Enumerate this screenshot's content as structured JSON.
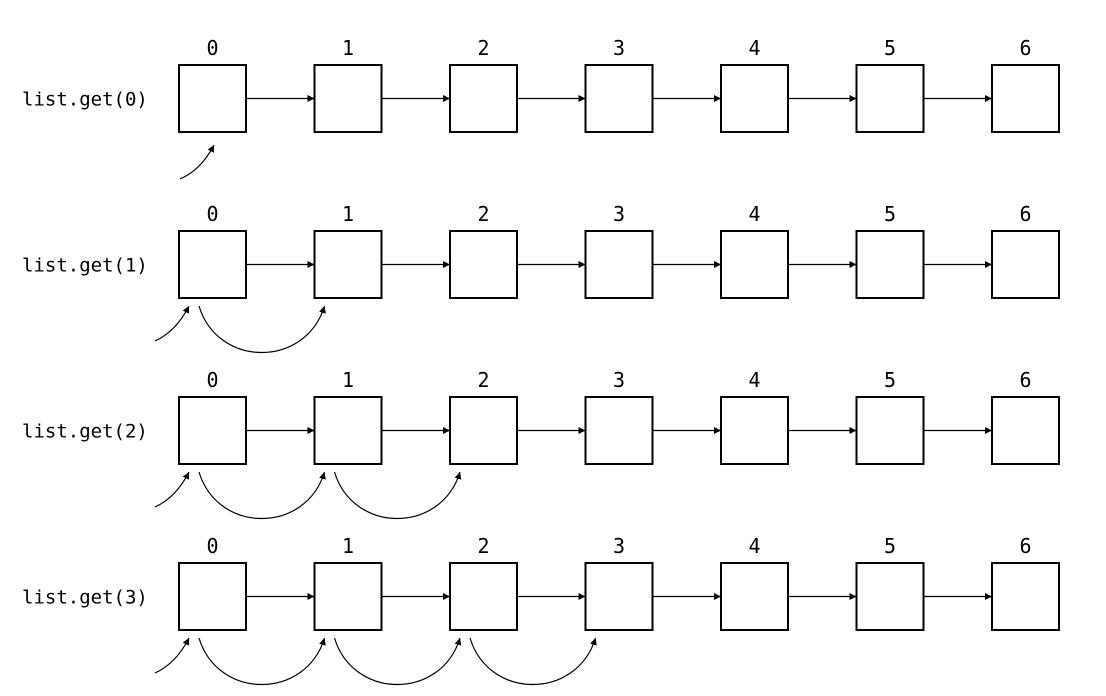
{
  "rows": [
    {
      "label": "list.get(0)",
      "hops": 0
    },
    {
      "label": "list.get(1)",
      "hops": 1
    },
    {
      "label": "list.get(2)",
      "hops": 2
    },
    {
      "label": "list.get(3)",
      "hops": 3
    }
  ],
  "indices": [
    "0",
    "1",
    "2",
    "3",
    "4",
    "5",
    "6"
  ],
  "colors": {
    "stroke": "#000000",
    "background": "#ffffff"
  }
}
